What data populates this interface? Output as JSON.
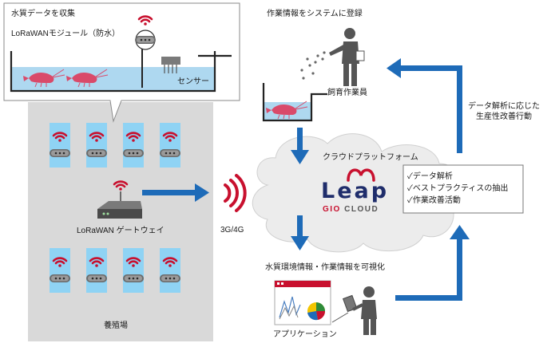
{
  "callout": {
    "line1": "水質データを収集",
    "line2": "LoRaWANモジュール（防水）",
    "sensor": "センサー"
  },
  "farm": {
    "gateway": "LoRaWAN ゲートウェイ",
    "name": "養殖場"
  },
  "network": {
    "label": "3G/4G"
  },
  "work": {
    "title": "作業情報をシステムに登録",
    "worker": "飼育作業員"
  },
  "cloud": {
    "title": "クラウドプラットフォーム",
    "logo_word": "Leap",
    "logo_sub": "GIO CLOUD",
    "features": [
      "✓データ解析",
      "✓ベストプラクティスの抽出",
      "✓作業改善活動"
    ]
  },
  "feedback": {
    "line1": "データ解析に応じた",
    "line2": "生産性改善行動"
  },
  "app": {
    "title": "水質環境情報・作業情報を可視化",
    "name": "アプリケーション"
  },
  "colors": {
    "arrow": "#1e6bb8",
    "wifi": "#c8102e",
    "water": "#aed8f0",
    "farm_bg": "#d9d9d9",
    "pond": "#8fd3f4"
  }
}
